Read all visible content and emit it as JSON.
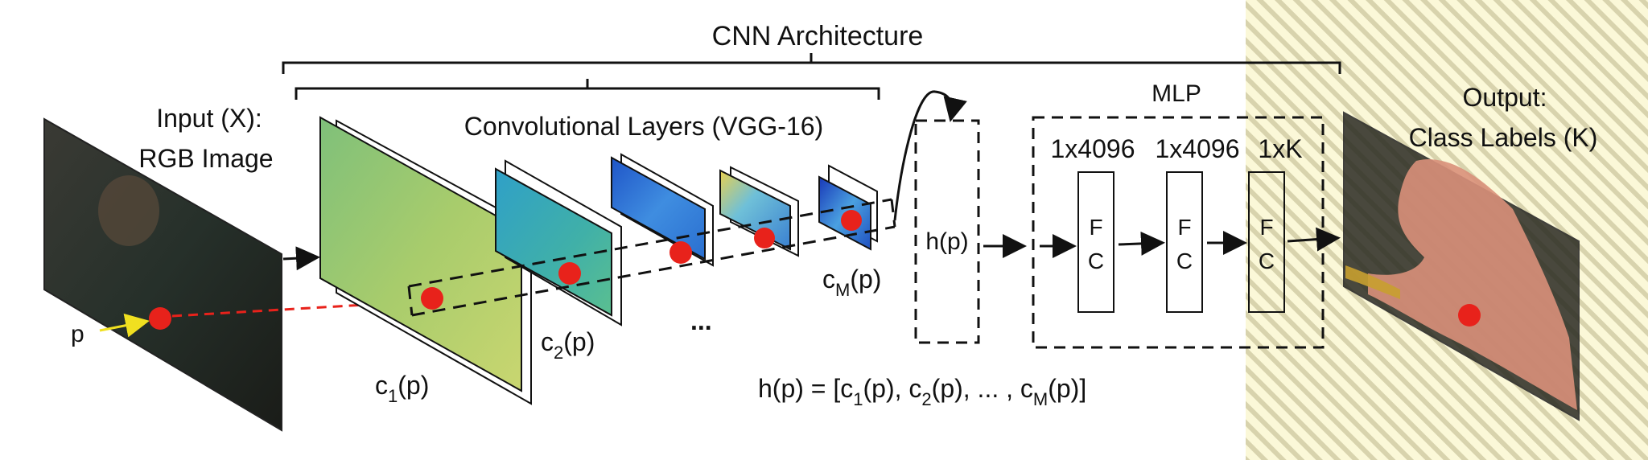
{
  "header": {
    "title": "CNN Architecture"
  },
  "input": {
    "line1": "Input (X):",
    "line2": "RGB Image",
    "pixel": "p"
  },
  "conv": {
    "title": "Convolutional Layers (VGG-16)",
    "c1": {
      "main": "c",
      "sub": "1",
      "tail": "(p)"
    },
    "c2": {
      "main": "c",
      "sub": "2",
      "tail": "(p)"
    },
    "cm": {
      "main": "c",
      "sub": "M",
      "tail": "(p)"
    },
    "ellipsis": "..."
  },
  "hypercolumn": {
    "label": "h(p)"
  },
  "mlp": {
    "title": "MLP",
    "layer1": "1x4096",
    "layer2": "1x4096",
    "layer3": "1xK",
    "fc_f": "F",
    "fc_c": "C"
  },
  "equation": {
    "lhs": "h(p) = [c",
    "s1": "1",
    "p1": "(p), c",
    "s2": "2",
    "p2": "(p), ... , c",
    "sm": "M",
    "p3": "(p)]"
  },
  "output": {
    "line1": "Output:",
    "line2": "Class Labels (K)"
  },
  "colors": {
    "stroke": "#111111",
    "dot": "#e8221b",
    "dashed_red": "#e8221b",
    "pointer": "#f0e020",
    "hatch_bg": "#fbf8d8",
    "hatch_line": "#d8d3ad",
    "fmap1": "#9ec46e",
    "fmap2": "#3aaab5",
    "fmap3": "#2f6fcf",
    "fmap4": "#7fc0e0",
    "fmap5": "#2050c0",
    "seg_person": "#d9907a",
    "seg_bg": "#2a2a22"
  }
}
